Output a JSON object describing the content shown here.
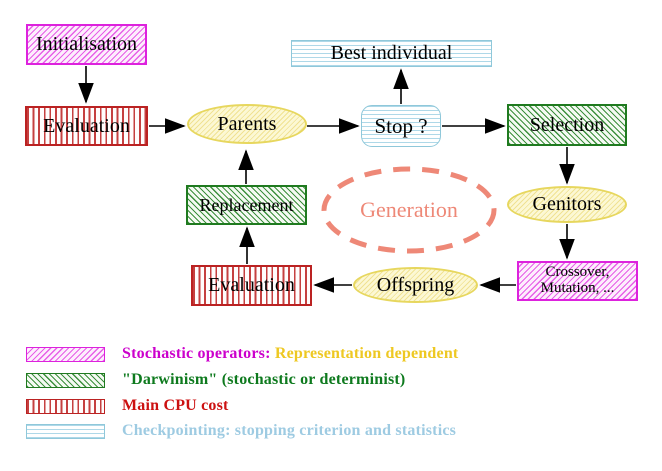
{
  "title": "Evolutionary algorithm generation loop diagram",
  "nodes": {
    "initialisation": "Initialisation",
    "evaluation_top": "Evaluation",
    "parents": "Parents",
    "best_individual": "Best individual",
    "stop": "Stop ?",
    "selection": "Selection",
    "genitors": "Genitors",
    "crossover_line1": "Crossover,",
    "crossover_line2": "Mutation, ...",
    "offspring": "Offspring",
    "evaluation_bottom": "Evaluation",
    "replacement": "Replacement",
    "generation": "Generation"
  },
  "legend": {
    "items": [
      {
        "swatch": "magenta-diagonal-hatch",
        "label": "Stochastic operators:",
        "label2": "Representation dependent"
      },
      {
        "swatch": "green-diagonal-hatch",
        "label": "\"Darwinism\" (stochastic or determinist)"
      },
      {
        "swatch": "red-vertical-stripes",
        "label": "Main CPU cost"
      },
      {
        "swatch": "cyan-horizontal-lines",
        "label": "Checkpointing: stopping criterion and statistics"
      }
    ]
  },
  "colors": {
    "magenta": "#dd22dd",
    "gold": "#eec822",
    "green": "#1f7a1f",
    "red": "#bb2222",
    "light_blue": "#9ecbe2",
    "salmon": "#ee8877",
    "yellow": "#e7d75e",
    "node_text": "#000000"
  }
}
